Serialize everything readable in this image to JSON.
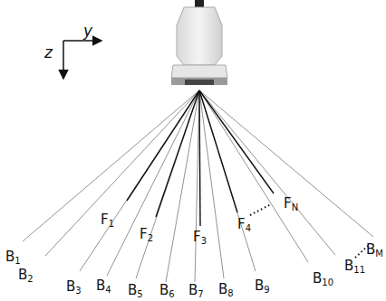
{
  "diagram": {
    "labels": [
      "y",
      "z",
      "B1",
      "B2",
      "B3",
      "B4",
      "B5",
      "B6",
      "B7",
      "B8",
      "B9",
      "B10",
      "B11",
      "BM",
      "F1",
      "F2",
      "F3",
      "F4",
      "FN"
    ]
  }
}
